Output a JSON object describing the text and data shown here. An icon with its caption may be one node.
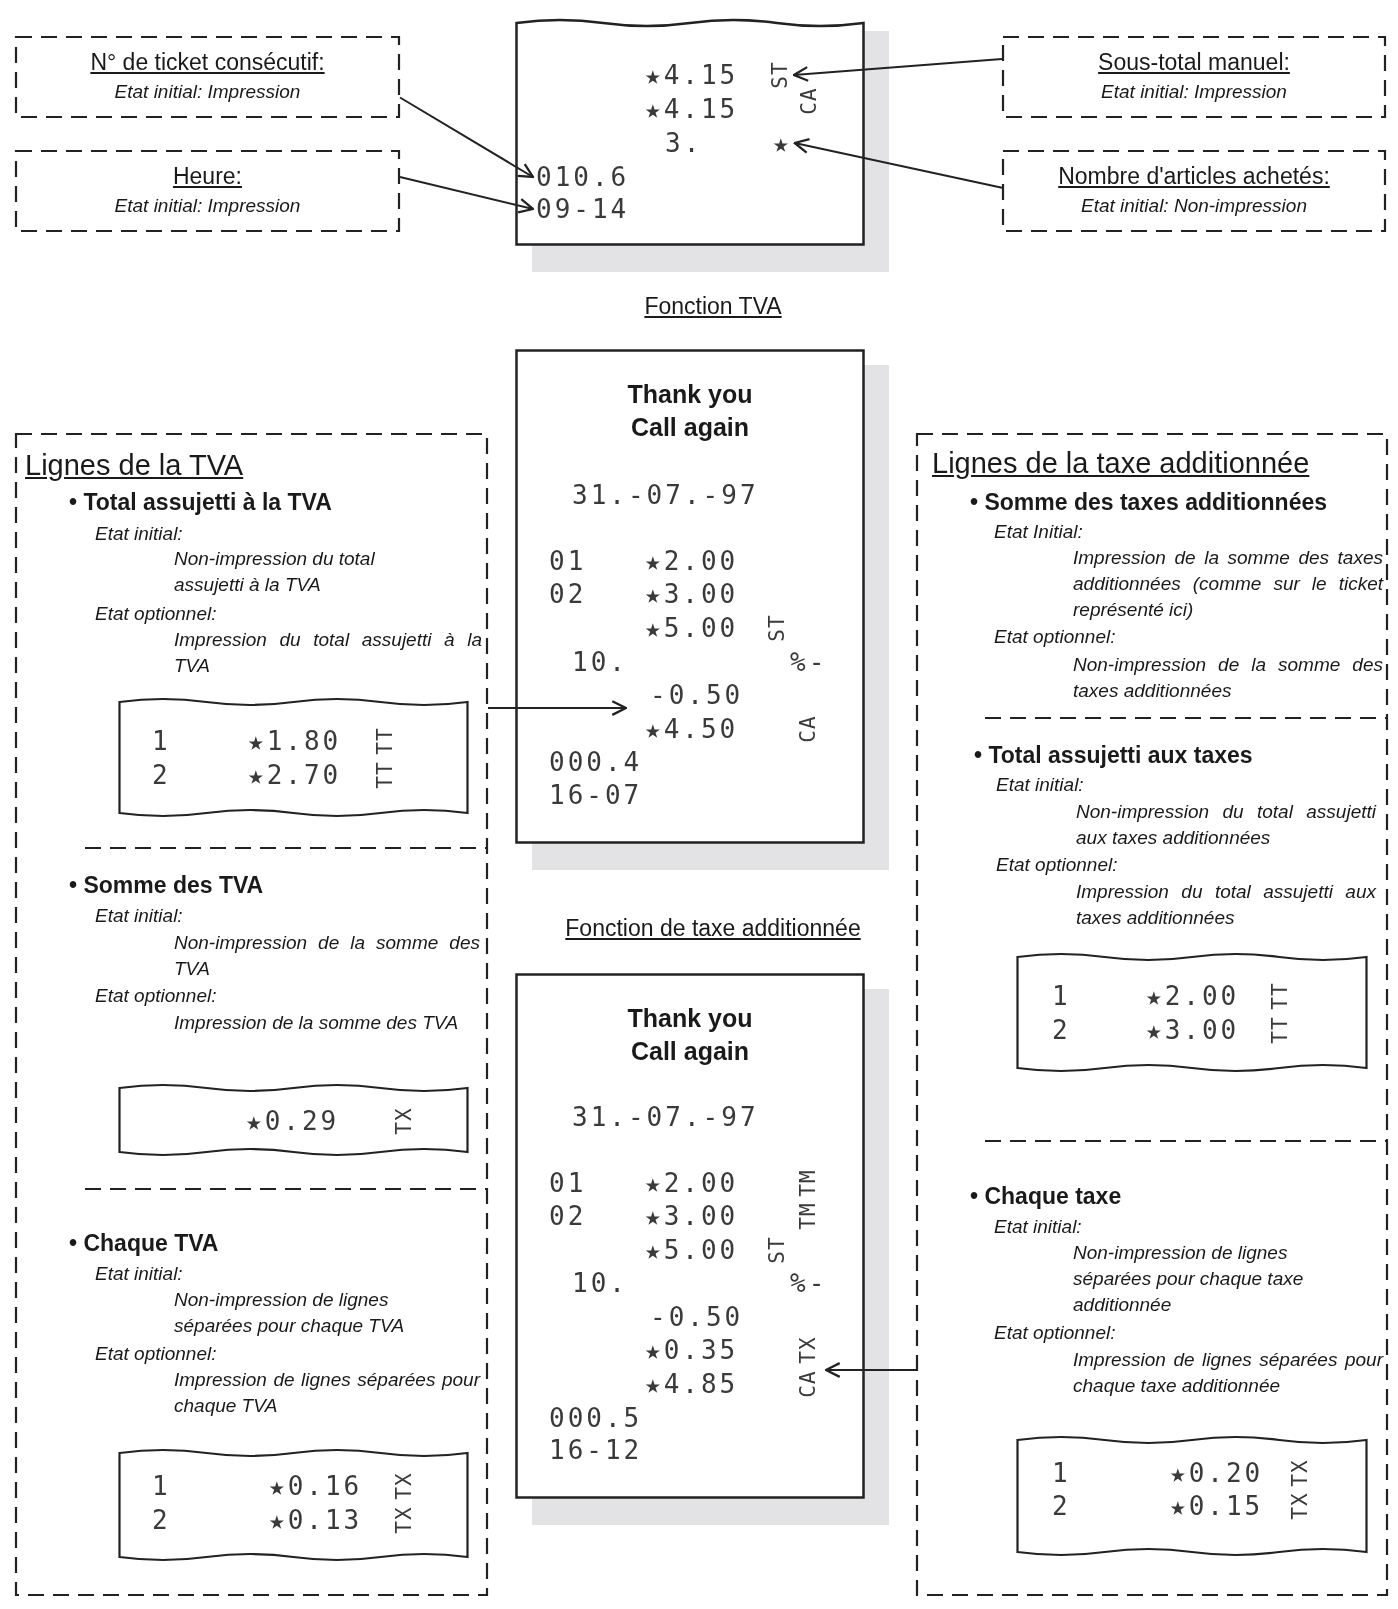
{
  "diagram": {
    "nodes": [
      {
        "text": [
          "N° de ticket consécutif:",
          "Etat initial: Impression"
        ]
      },
      {
        "text": [
          "Heure:",
          "Etat initial: Impression"
        ]
      },
      {
        "text": [
          "★4.15",
          "★4.15",
          "CA",
          "3."
        ]
      },
      {
        "text": [
          "ST"
        ],
        "in": 2
      },
      {
        "text": [
          "★"
        ],
        "in": 2
      },
      {
        "text": [
          "010.6"
        ],
        "in": 2
      },
      {
        "text": [
          "09-14"
        ],
        "in": 2
      },
      {
        "text": [
          "Sous-total manuel:",
          "Etat initial: Impression"
        ]
      },
      {
        "text": [
          "Nombre d'articles achetés:",
          "Etat initial: Non-impression"
        ]
      },
      {
        "text": [
          "Lignes de la TVA",
          "• Total assujetti à la TVA",
          "Etat initial:",
          "Non-impression du total assujetti à la TVA",
          "Etat optionnel:",
          "Impression du total assujetti à la TVA",
          "• Somme des TVA",
          "Etat initial:",
          "Non-impression de la somme des TVA",
          "Etat optionnel:",
          "Impression de la somme des TVA",
          "• Chaque TVA",
          "Etat initial:",
          "Non-impression de lignes séparées pour chaque TVA",
          "Etat optionnel:",
          "Impression de lignes séparées pour chaque TVA"
        ]
      },
      {
        "text": [
          "1",
          "★1.80",
          "TT",
          "2",
          "★2.70",
          "TT"
        ],
        "in": 9
      },
      {
        "text": [
          "★0.29",
          "TX"
        ],
        "in": 9
      },
      {
        "text": [
          "1",
          "★0.16",
          "TX",
          "2",
          "★0.13",
          "TX"
        ],
        "in": 9
      },
      {
        "text": [
          "Thank you Call again",
          "31.-07.-97",
          "01",
          "★2.00",
          "02",
          "★3.00",
          "★5.00",
          "ST",
          "10.",
          "%-",
          "-0.50",
          "★4.50",
          "CA",
          "000.4",
          "16-07"
        ]
      },
      {
        "text": [
          "Thank you Call again",
          "31.-07.-97",
          "01",
          "★2.00",
          "TM",
          "02",
          "★3.00",
          "TM",
          "★5.00",
          "ST",
          "10.",
          "%-",
          "-0.50",
          "★0.35",
          "TX",
          "★4.85",
          "CA",
          "000.5",
          "16-12"
        ]
      },
      {
        "text": [
          "Lignes de la taxe additionnée",
          "• Somme des taxes additionnées",
          "Etat Initial:",
          "Impression de la somme des taxes additionnées (comme sur le ticket représenté ici)",
          "Etat optionnel:",
          "Non-impression de la somme des taxes additionnées",
          "• Total assujetti aux taxes",
          "Etat initial:",
          "Non-impression du total assujetti aux taxes additionnées",
          "Etat optionnel:",
          "Impression du total assujetti aux taxes additionnées",
          "• Chaque taxe",
          "Etat initial:",
          "Non-impression de lignes séparées pour chaque taxe additionnée",
          "Etat optionnel:",
          "Impression de lignes séparées pour chaque taxe additionnée"
        ]
      },
      {
        "text": [
          "1",
          "★2.00",
          "TT",
          "2",
          "★3.00",
          "TT"
        ],
        "in": 15
      },
      {
        "text": [
          "1",
          "★0.20",
          "TX",
          "2",
          "★0.15",
          "TX"
        ],
        "in": 15
      }
    ],
    "edges": [
      {
        "from": 0,
        "to": 5,
        "arrow": "to"
      },
      {
        "from": 1,
        "to": 6,
        "arrow": "to"
      },
      {
        "from": 7,
        "to": 3,
        "arrow": "to"
      },
      {
        "from": 8,
        "to": 4,
        "arrow": "to"
      },
      {
        "from": 9,
        "to": 13,
        "arrow": "to"
      },
      {
        "from": 15,
        "to": 14,
        "arrow": "to"
      }
    ],
    "labels": [
      "Fonction TVA",
      "Fonction de taxe additionnée"
    ]
  }
}
